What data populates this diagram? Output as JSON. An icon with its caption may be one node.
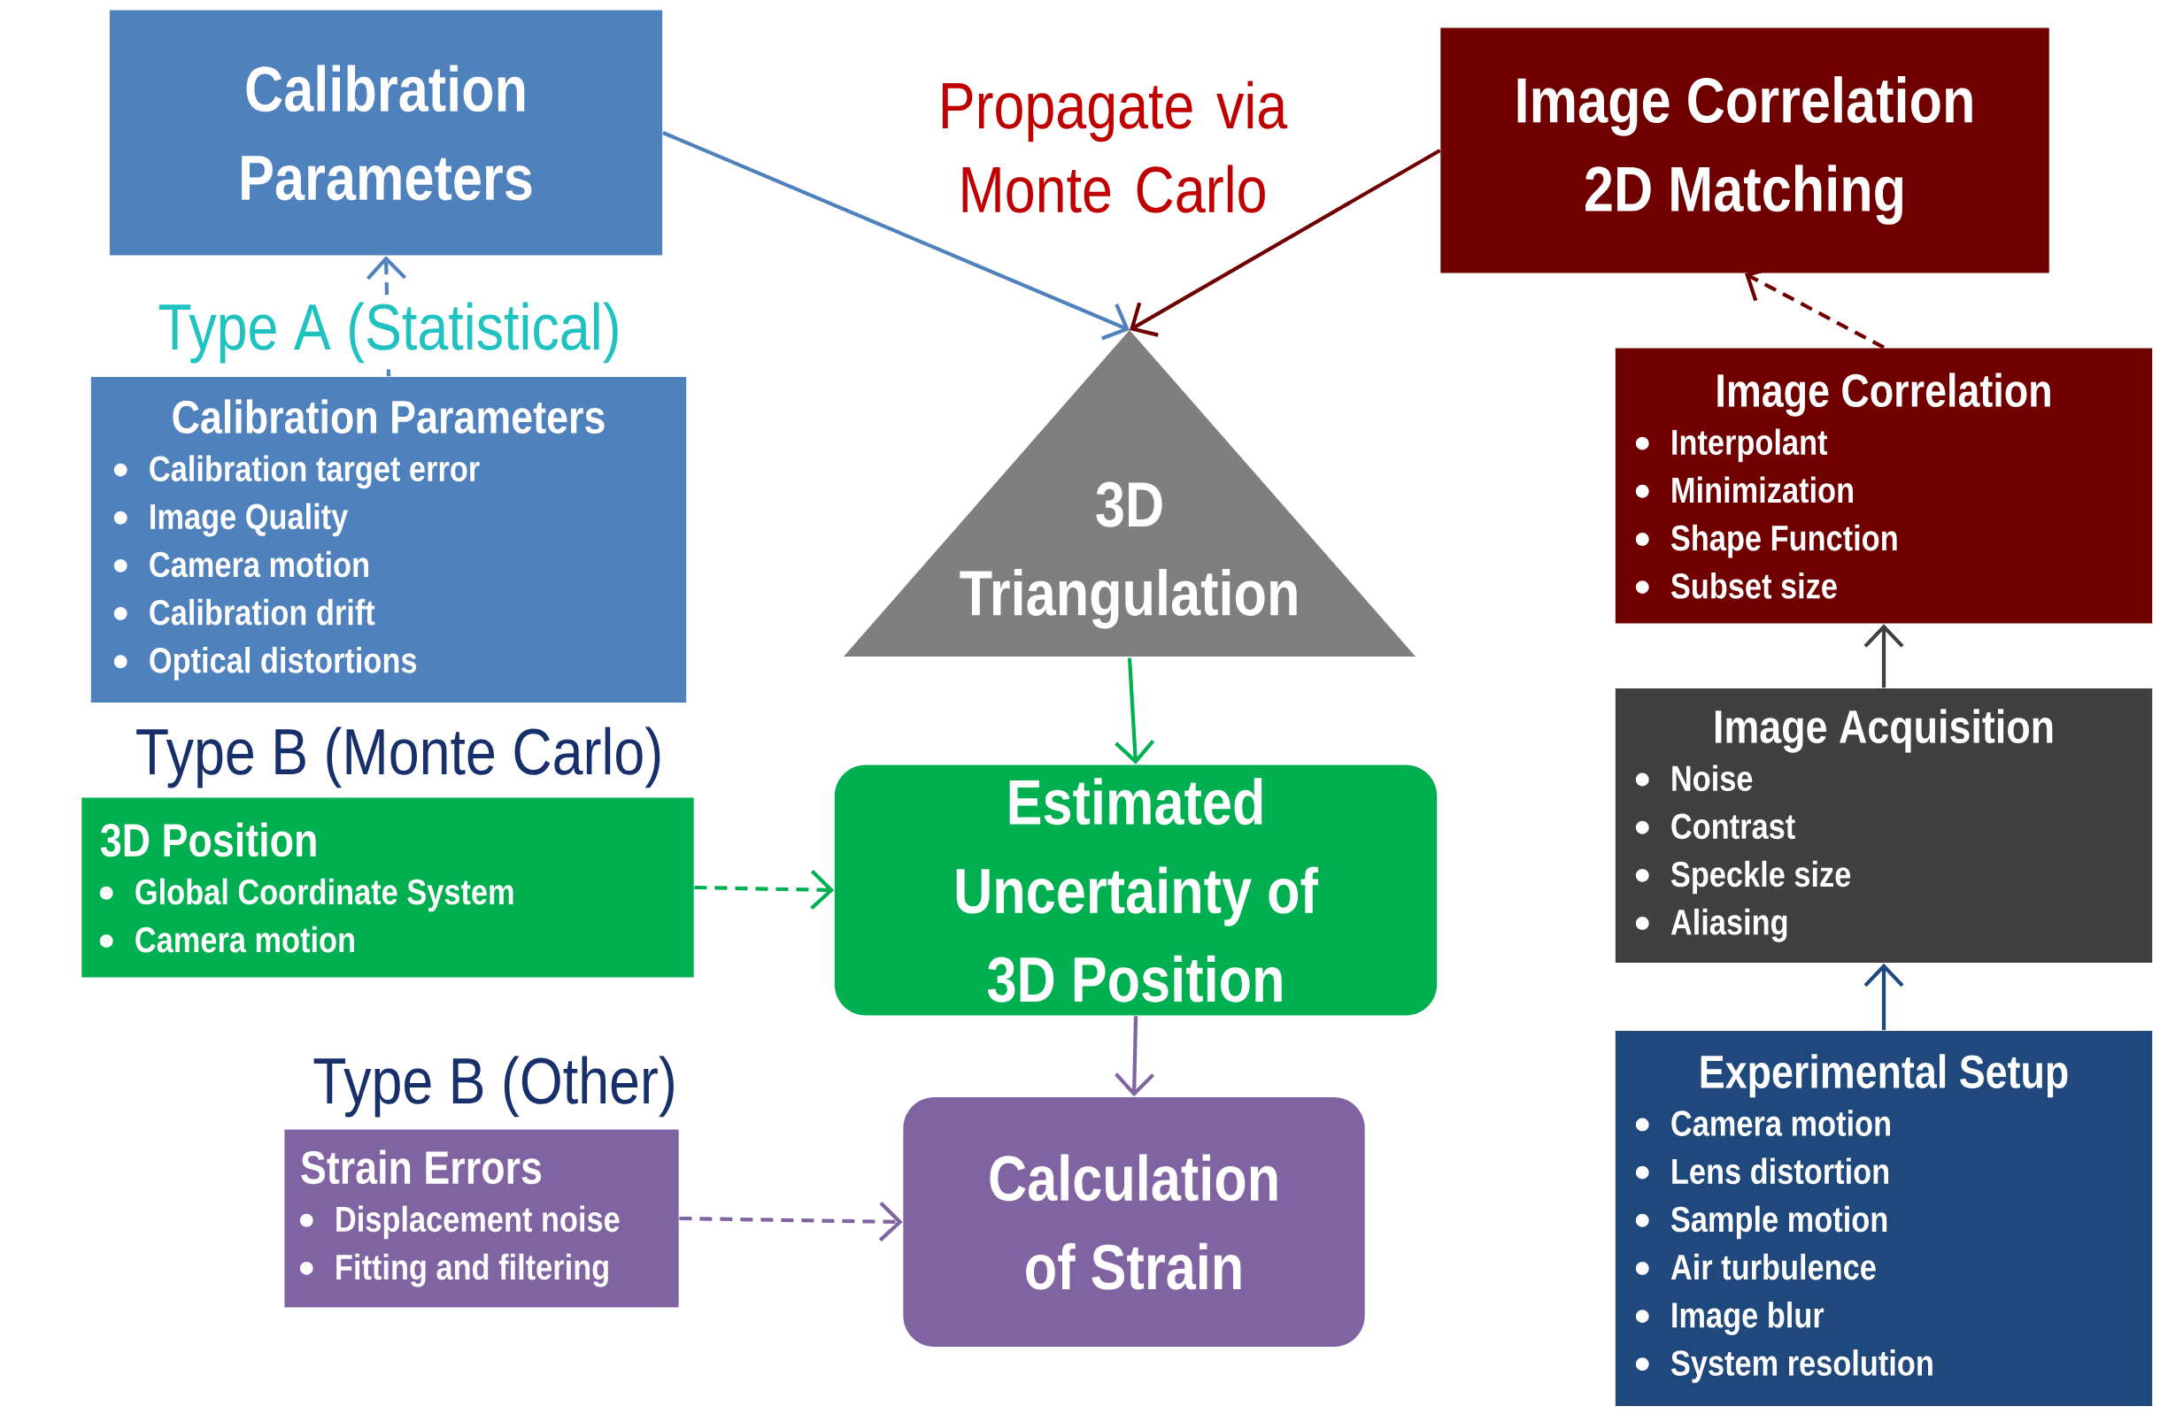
{
  "diagram": {
    "nodes": [
      {
        "text": [
          "Calibration Parameters"
        ]
      },
      {
        "text": [
          "Image Correlation 2D Matching"
        ]
      },
      {
        "text": [
          "3D Triangulation"
        ]
      },
      {
        "text": [
          "Type A (Statistical)",
          "Calibration Parameters",
          "Calibration target error",
          "Image Quality",
          "Camera motion",
          "Calibration drift",
          "Optical distortions"
        ]
      },
      {
        "text": [
          "Type B (Monte Carlo)",
          "3D Position",
          "Global Coordinate System",
          "Camera motion"
        ]
      },
      {
        "text": [
          "Estimated Uncertainty of 3D Position"
        ]
      },
      {
        "text": [
          "Type B (Other)",
          "Strain Errors",
          "Displacement noise",
          "Fitting and filtering"
        ]
      },
      {
        "text": [
          "Calculation of Strain"
        ]
      },
      {
        "text": [
          "Image Correlation",
          "Interpolant",
          "Minimization",
          "Shape Function",
          "Subset size"
        ]
      },
      {
        "text": [
          "Image Acquisition",
          "Noise",
          "Contrast",
          "Speckle size",
          "Aliasing"
        ]
      },
      {
        "text": [
          "Experimental Setup",
          "Camera motion",
          "Lens distortion",
          "Sample motion",
          "Air turbulence",
          "Image blur",
          "System resolution"
        ]
      }
    ],
    "edges": [
      {
        "from": 0,
        "to": 2,
        "arrow": "to",
        "color": "#4f81bd"
      },
      {
        "from": 1,
        "to": 2,
        "arrow": "to",
        "color": "#700000"
      },
      {
        "from": 3,
        "to": 0,
        "arrow": "to",
        "style": "dashed",
        "color": "#4f81bd"
      },
      {
        "from": 8,
        "to": 1,
        "arrow": "to",
        "style": "dashed",
        "color": "#700000"
      },
      {
        "from": 2,
        "to": 5,
        "arrow": "to",
        "color": "#00b050"
      },
      {
        "from": 4,
        "to": 5,
        "arrow": "to",
        "style": "dashed",
        "color": "#00b050"
      },
      {
        "from": 5,
        "to": 7,
        "arrow": "to",
        "color": "#8064a2"
      },
      {
        "from": 6,
        "to": 7,
        "arrow": "to",
        "style": "dashed",
        "color": "#8064a2"
      },
      {
        "from": 9,
        "to": 8,
        "arrow": "to",
        "color": "#404040"
      },
      {
        "from": 10,
        "to": 9,
        "arrow": "to",
        "color": "#1f497d"
      }
    ],
    "labels": [
      "Propagate via Monte Carlo"
    ]
  }
}
